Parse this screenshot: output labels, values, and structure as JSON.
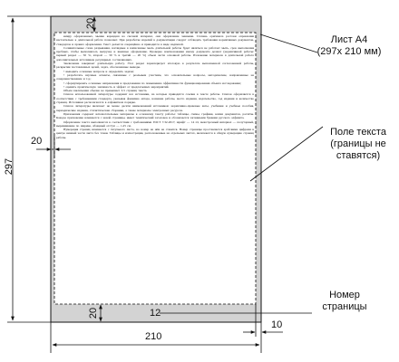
{
  "labels": {
    "sheet": "Лист А4\n(297х 210 мм)",
    "text_field": "Поле текста\n(границы не\nставятся)",
    "page_number_label": "Номер\nстраницы"
  },
  "dimensions": {
    "height_297": "297",
    "width_210": "210",
    "margin_top": "20",
    "margin_left": "20",
    "margin_bottom": "20",
    "margin_right": "10"
  },
  "page_number": "12",
  "colors": {
    "sheet_fill": "#d3d3d3",
    "text_area_fill": "#ffffff",
    "lines": "#111111"
  }
}
